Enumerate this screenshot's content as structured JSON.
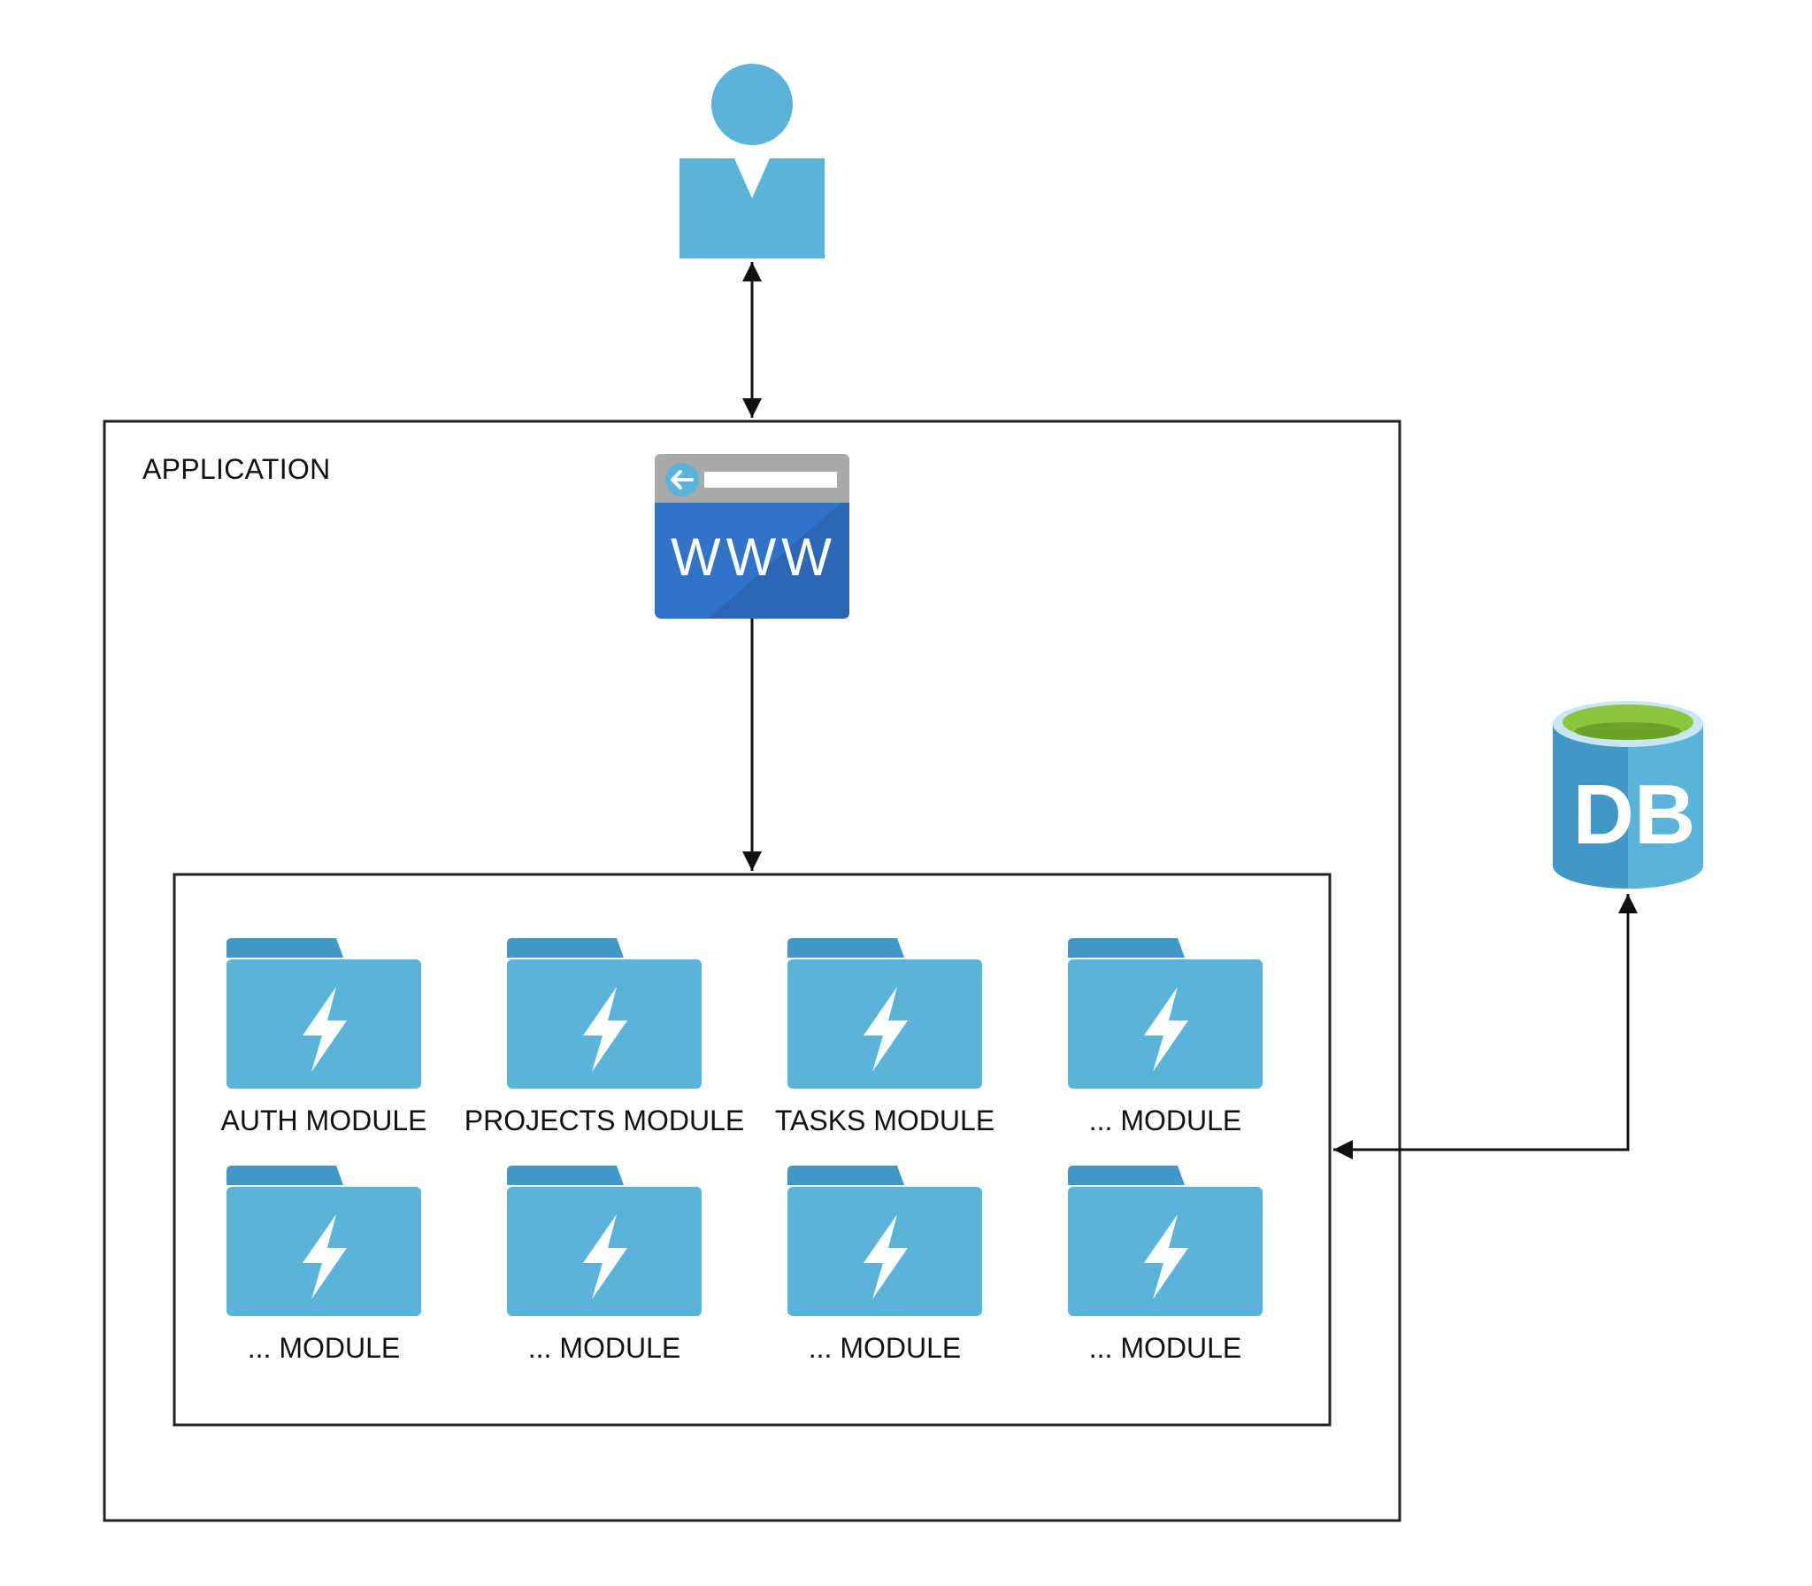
{
  "application": {
    "label": "APPLICATION"
  },
  "web": {
    "text": "WWW"
  },
  "database": {
    "text": "DB"
  },
  "modules": [
    {
      "label": "AUTH MODULE"
    },
    {
      "label": "PROJECTS MODULE"
    },
    {
      "label": "TASKS MODULE"
    },
    {
      "label": "... MODULE"
    },
    {
      "label": "... MODULE"
    },
    {
      "label": "... MODULE"
    },
    {
      "label": "... MODULE"
    },
    {
      "label": "... MODULE"
    }
  ],
  "colors": {
    "icon_blue": "#5ab4d9",
    "icon_blue_dark": "#3f98c6",
    "browser_bar": "#a9a9a9",
    "browser_body": "#2f74c9",
    "db_top": "#8cc63f",
    "line": "#111111"
  },
  "icons": [
    "user-icon",
    "browser-icon",
    "folder-icon",
    "lightning-icon",
    "database-icon"
  ]
}
